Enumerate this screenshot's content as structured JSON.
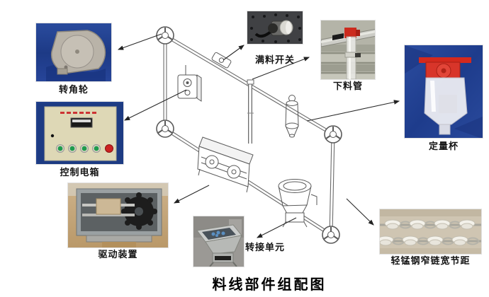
{
  "title": "料线部件组配图",
  "components": {
    "corner_wheel": {
      "label": "转角轮"
    },
    "control_box": {
      "label": "控制电箱"
    },
    "drive_unit": {
      "label": "驱动装置"
    },
    "full_material_switch": {
      "label": "满料开关"
    },
    "down_pipe": {
      "label": "下料管"
    },
    "measuring_cup": {
      "label": "定量杯"
    },
    "transfer_unit": {
      "label": "转接单元"
    },
    "chain": {
      "label": "轻锰钢窄链宽节距"
    }
  },
  "colors": {
    "photo_background_blue": "#22418d",
    "red_accent": "#d4301e",
    "line_drawing_stroke": "#5a5a5a",
    "sand_background": "#c9a97e",
    "concrete_background": "#9a9894",
    "chain_background": "#cfc5b2"
  }
}
